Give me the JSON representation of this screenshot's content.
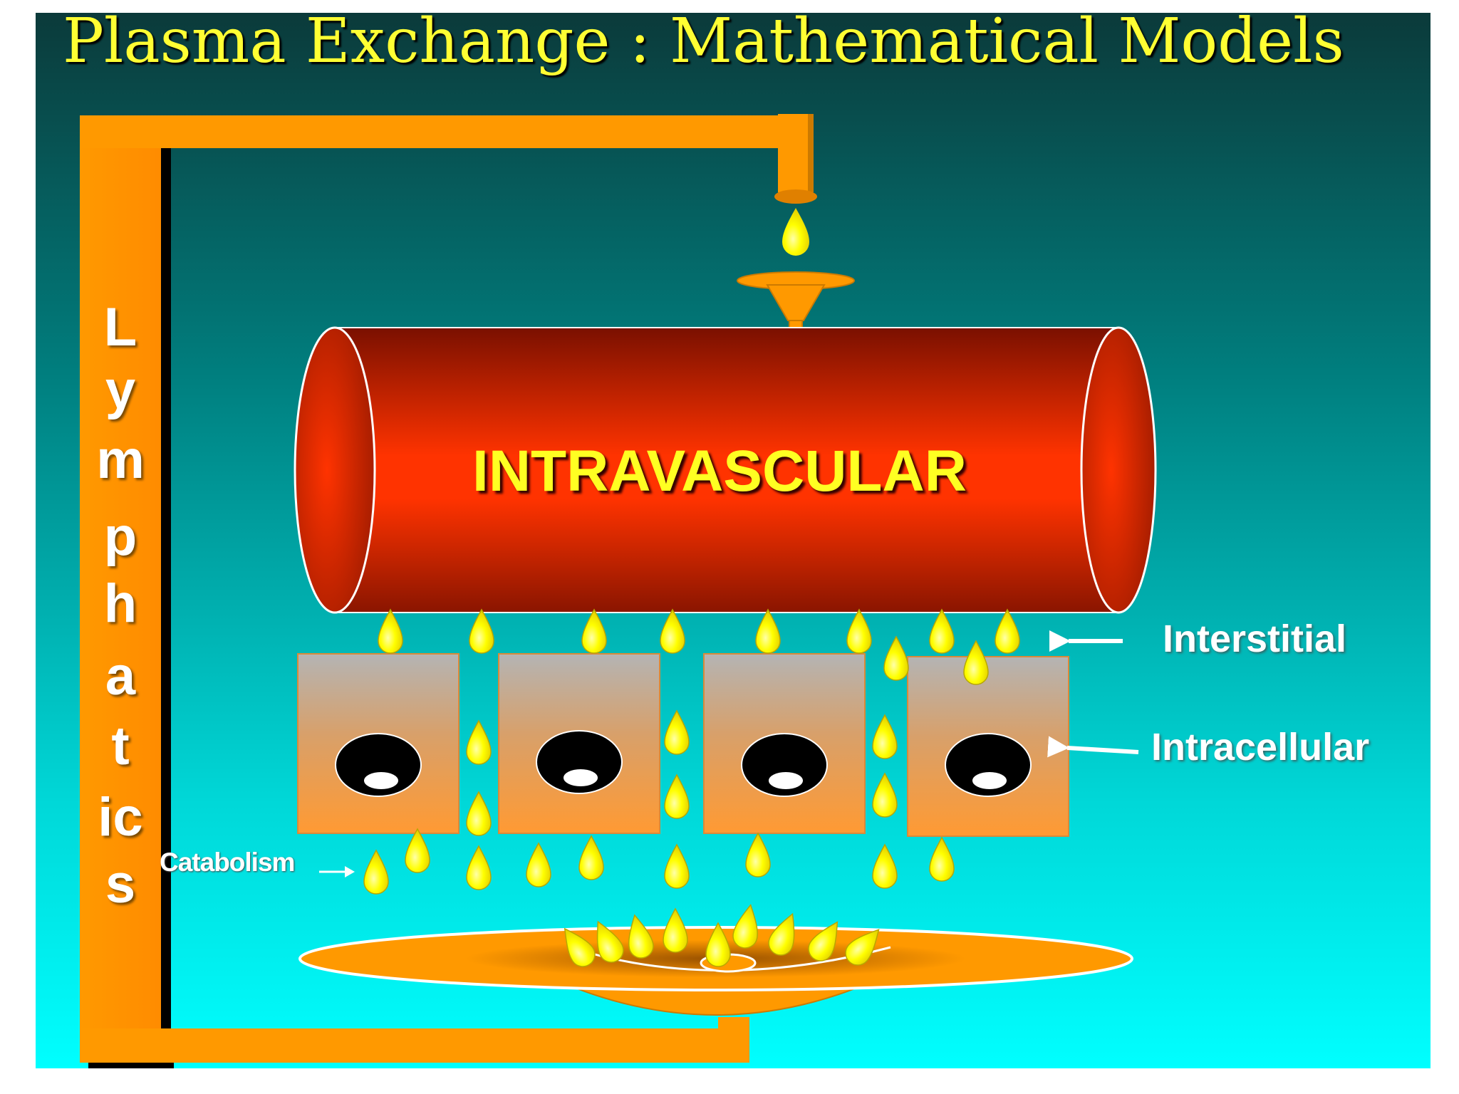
{
  "slide": {
    "title": "Plasma Exchange : Mathematical Models",
    "compartment_label": "INTRAVASCULAR",
    "interstitial_label": "Interstitial",
    "intracellular_label": "Intracellular",
    "catabolism_label": "Catabolism",
    "lymphatics_letters": [
      "L",
      "y",
      "m",
      "p",
      "h",
      "a",
      "t",
      "ic",
      "s"
    ]
  },
  "colors": {
    "background_top": "#0b3a3a",
    "background_bottom": "#00ffff",
    "tube_orange": "#ff9900",
    "vessel_red": "#ff3300",
    "drop_yellow": "#ffff00",
    "label_yellow": "#ffff33"
  }
}
